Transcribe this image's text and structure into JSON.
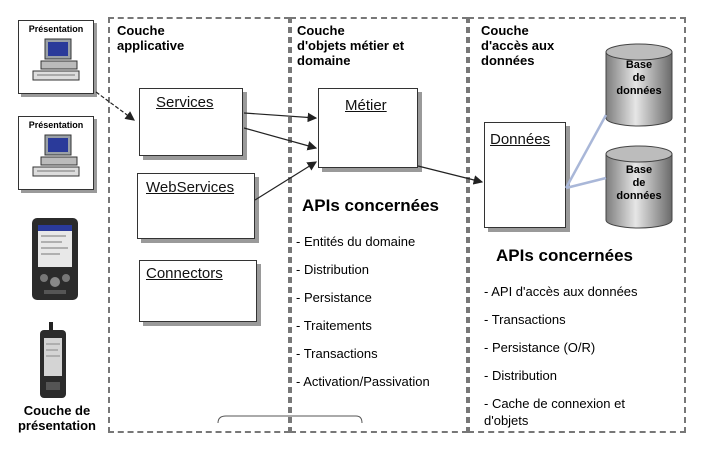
{
  "presentation_layer": {
    "card_1_label": "Présentation",
    "card_2_label": "Présentation",
    "caption_line1": "Couche de",
    "caption_line2": "présentation"
  },
  "application_layer": {
    "title_line1": "Couche",
    "title_line2": "applicative",
    "services": "Services",
    "webservices": "WebServices",
    "connectors": "Connectors"
  },
  "business_layer": {
    "title_line1": "Couche",
    "title_line2": "d'objets métier et",
    "title_line3": "domaine",
    "metier": "Métier",
    "apis_title": "APIs concernées",
    "apis": [
      "- Entités du domaine",
      "- Distribution",
      "- Persistance",
      "- Traitements",
      "- Transactions",
      "- Activation/Passivation"
    ]
  },
  "data_layer": {
    "title_line1": "Couche",
    "title_line2": "d'accès aux",
    "title_line3": "données",
    "donnees": "Données",
    "db1": [
      "Base",
      "de",
      "données"
    ],
    "db2": [
      "Base",
      "de",
      "données"
    ],
    "apis_title": "APIs concernées",
    "apis": [
      "- API d'accès aux données",
      "- Transactions",
      "- Persistance (O/R)",
      "- Distribution",
      "- Cache de connexion et",
      "d'objets"
    ]
  }
}
